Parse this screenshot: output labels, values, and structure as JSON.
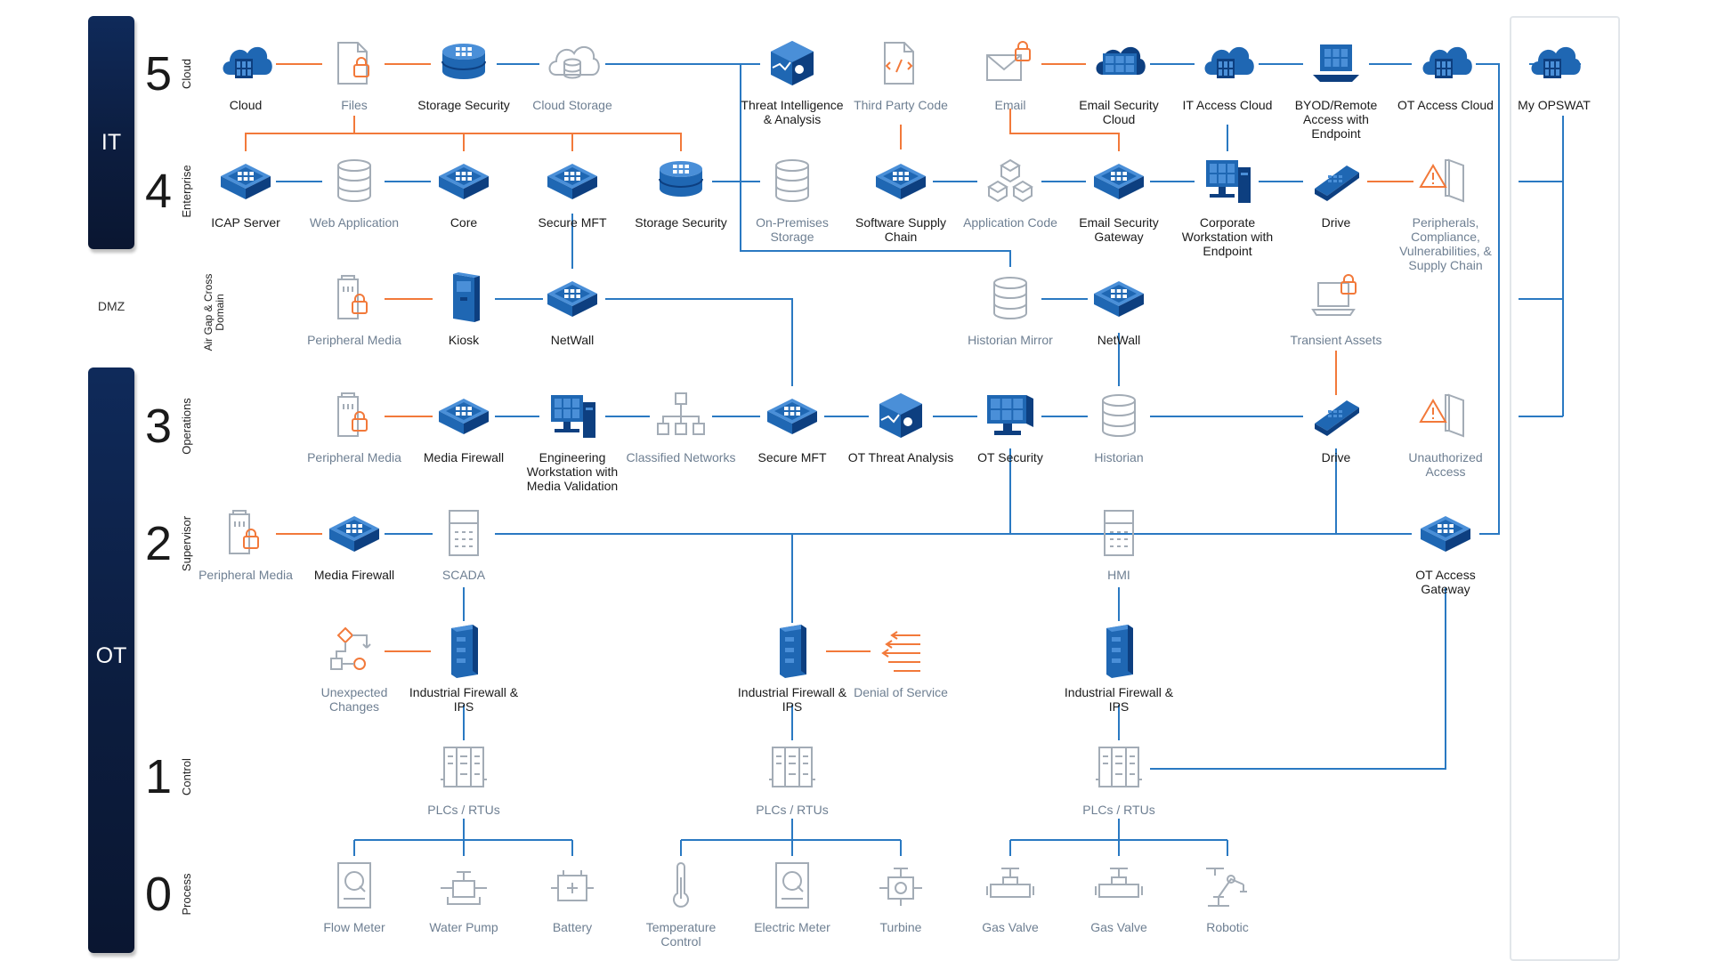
{
  "zones": [
    {
      "label": "IT"
    },
    {
      "label": "DMZ"
    },
    {
      "label": "OT"
    }
  ],
  "levels": [
    {
      "num": "5",
      "name": "Cloud"
    },
    {
      "num": "4",
      "name": "Enterprise"
    },
    {
      "num": "",
      "name": "Air Gap & Cross Domain"
    },
    {
      "num": "3",
      "name": "Operations"
    },
    {
      "num": "2",
      "name": "Supervisor"
    },
    {
      "num": "1",
      "name": "Control"
    },
    {
      "num": "0",
      "name": "Process"
    }
  ],
  "nodes": [
    {
      "id": "cloud",
      "label": "Cloud",
      "icon": "cloud-server-icon",
      "kind": "active"
    },
    {
      "id": "files",
      "label": "Files",
      "icon": "file-lock-icon",
      "kind": "threat"
    },
    {
      "id": "storage-sec-5",
      "label": "Storage Security",
      "icon": "storage-security-icon",
      "kind": "active"
    },
    {
      "id": "cloud-storage",
      "label": "Cloud Storage",
      "icon": "cloud-storage-icon",
      "kind": "ghost"
    },
    {
      "id": "threat-intel",
      "label": "Threat Intelligence & Analysis",
      "icon": "threat-intel-icon",
      "kind": "active"
    },
    {
      "id": "third-party-code",
      "label": "Third Party Code",
      "icon": "code-file-icon",
      "kind": "threat"
    },
    {
      "id": "email",
      "label": "Email",
      "icon": "email-lock-icon",
      "kind": "threat"
    },
    {
      "id": "email-sec-cloud",
      "label": "Email Security Cloud",
      "icon": "email-security-cloud-icon",
      "kind": "active"
    },
    {
      "id": "it-access-cloud",
      "label": "IT Access Cloud",
      "icon": "it-access-cloud-icon",
      "kind": "active"
    },
    {
      "id": "byod",
      "label": "BYOD/Remote Access with Endpoint",
      "icon": "laptop-icon",
      "kind": "active"
    },
    {
      "id": "ot-access-cloud",
      "label": "OT Access Cloud",
      "icon": "ot-access-cloud-icon",
      "kind": "active"
    },
    {
      "id": "my-opswat",
      "label": "My OPSWAT",
      "icon": "opswat-cloud-icon",
      "kind": "active"
    },
    {
      "id": "icap",
      "label": "ICAP Server",
      "icon": "icap-server-icon",
      "kind": "active"
    },
    {
      "id": "web-app",
      "label": "Web Application",
      "icon": "database-icon",
      "kind": "ghost"
    },
    {
      "id": "core",
      "label": "Core",
      "icon": "core-icon",
      "kind": "active"
    },
    {
      "id": "secure-mft-4",
      "label": "Secure MFT",
      "icon": "secure-mft-icon",
      "kind": "active"
    },
    {
      "id": "storage-sec-4",
      "label": "Storage Security",
      "icon": "storage-security-icon",
      "kind": "active"
    },
    {
      "id": "onprem-storage",
      "label": "On-Premises Storage",
      "icon": "database-icon",
      "kind": "ghost"
    },
    {
      "id": "sw-supply",
      "label": "Software Supply Chain",
      "icon": "supply-chain-icon",
      "kind": "active"
    },
    {
      "id": "app-code",
      "label": "Application Code",
      "icon": "cubes-icon",
      "kind": "ghost"
    },
    {
      "id": "email-sec-gw",
      "label": "Email Security Gateway",
      "icon": "email-gateway-icon",
      "kind": "active"
    },
    {
      "id": "corp-ws",
      "label": "Corporate Workstation with Endpoint",
      "icon": "workstation-icon",
      "kind": "active"
    },
    {
      "id": "drive-4",
      "label": "Drive",
      "icon": "drive-icon",
      "kind": "active"
    },
    {
      "id": "peripherals",
      "label": "Peripherals, Compliance, Vulnerabilities, & Supply Chain",
      "icon": "warning-door-icon",
      "kind": "threat"
    },
    {
      "id": "periph-media-dmz",
      "label": "Peripheral Media",
      "icon": "media-lock-icon",
      "kind": "threat"
    },
    {
      "id": "kiosk",
      "label": "Kiosk",
      "icon": "kiosk-icon",
      "kind": "active"
    },
    {
      "id": "netwall-1",
      "label": "NetWall",
      "icon": "netwall-icon",
      "kind": "active"
    },
    {
      "id": "historian-mirror",
      "label": "Historian Mirror",
      "icon": "database-icon",
      "kind": "ghost"
    },
    {
      "id": "netwall-2",
      "label": "NetWall",
      "icon": "netwall-icon",
      "kind": "active"
    },
    {
      "id": "transient",
      "label": "Transient Assets",
      "icon": "laptop-lock-icon",
      "kind": "threat"
    },
    {
      "id": "periph-media-3",
      "label": "Peripheral Media",
      "icon": "media-lock-icon",
      "kind": "threat"
    },
    {
      "id": "media-fw-3",
      "label": "Media Firewall",
      "icon": "media-firewall-icon",
      "kind": "active"
    },
    {
      "id": "eng-ws",
      "label": "Engineering Workstation with Media Validation",
      "icon": "workstation-icon",
      "kind": "active"
    },
    {
      "id": "classified",
      "label": "Classified Networks",
      "icon": "network-icon",
      "kind": "ghost"
    },
    {
      "id": "secure-mft-3",
      "label": "Secure MFT",
      "icon": "secure-mft-icon",
      "kind": "active"
    },
    {
      "id": "ot-threat",
      "label": "OT Threat Analysis",
      "icon": "ot-threat-icon",
      "kind": "active"
    },
    {
      "id": "ot-security",
      "label": "OT Security",
      "icon": "monitor-icon",
      "kind": "active"
    },
    {
      "id": "historian",
      "label": "Historian",
      "icon": "database-icon",
      "kind": "ghost"
    },
    {
      "id": "drive-3",
      "label": "Drive",
      "icon": "drive-icon",
      "kind": "active"
    },
    {
      "id": "unauth",
      "label": "Unauthorized Access",
      "icon": "warning-door-icon",
      "kind": "threat"
    },
    {
      "id": "periph-media-2",
      "label": "Peripheral Media",
      "icon": "media-lock-icon",
      "kind": "threat"
    },
    {
      "id": "media-fw-2",
      "label": "Media Firewall",
      "icon": "media-firewall-icon",
      "kind": "active"
    },
    {
      "id": "scada",
      "label": "SCADA",
      "icon": "panel-icon",
      "kind": "ghost"
    },
    {
      "id": "hmi",
      "label": "HMI",
      "icon": "panel-icon",
      "kind": "ghost"
    },
    {
      "id": "ot-access-gw",
      "label": "OT Access Gateway",
      "icon": "ot-gateway-icon",
      "kind": "active"
    },
    {
      "id": "unexpected",
      "label": "Unexpected Changes",
      "icon": "flow-change-icon",
      "kind": "threat"
    },
    {
      "id": "ifw-1",
      "label": "Industrial Firewall & IPS",
      "icon": "industrial-firewall-icon",
      "kind": "active"
    },
    {
      "id": "ifw-2",
      "label": "Industrial Firewall & IPS",
      "icon": "industrial-firewall-icon",
      "kind": "active"
    },
    {
      "id": "dos",
      "label": "Denial of Service",
      "icon": "dos-arrows-icon",
      "kind": "threat"
    },
    {
      "id": "ifw-3",
      "label": "Industrial Firewall & IPS",
      "icon": "industrial-firewall-icon",
      "kind": "active"
    },
    {
      "id": "plc-1",
      "label": "PLCs / RTUs",
      "icon": "plc-icon",
      "kind": "ghost"
    },
    {
      "id": "plc-2",
      "label": "PLCs / RTUs",
      "icon": "plc-icon",
      "kind": "ghost"
    },
    {
      "id": "plc-3",
      "label": "PLCs / RTUs",
      "icon": "plc-icon",
      "kind": "ghost"
    },
    {
      "id": "flow-meter",
      "label": "Flow Meter",
      "icon": "meter-icon",
      "kind": "ghost"
    },
    {
      "id": "water-pump",
      "label": "Water Pump",
      "icon": "pump-icon",
      "kind": "ghost"
    },
    {
      "id": "battery",
      "label": "Battery",
      "icon": "battery-icon",
      "kind": "ghost"
    },
    {
      "id": "temp-control",
      "label": "Temperature Control",
      "icon": "thermometer-icon",
      "kind": "ghost"
    },
    {
      "id": "electric-meter",
      "label": "Electric Meter",
      "icon": "meter-icon",
      "kind": "ghost"
    },
    {
      "id": "turbine",
      "label": "Turbine",
      "icon": "turbine-icon",
      "kind": "ghost"
    },
    {
      "id": "gas-valve-1",
      "label": "Gas Valve",
      "icon": "valve-icon",
      "kind": "ghost"
    },
    {
      "id": "gas-valve-2",
      "label": "Gas Valve",
      "icon": "valve-icon",
      "kind": "ghost"
    },
    {
      "id": "robotic",
      "label": "Robotic",
      "icon": "robot-arm-icon",
      "kind": "ghost"
    }
  ],
  "colors": {
    "primary": "#1f67b3",
    "primary_dark": "#0d3f80",
    "primary_light": "#4a8fd8",
    "threat": "#f2793a",
    "ghost": "#a3acb6",
    "link": "#2a79c2",
    "band": "#0d2148"
  }
}
